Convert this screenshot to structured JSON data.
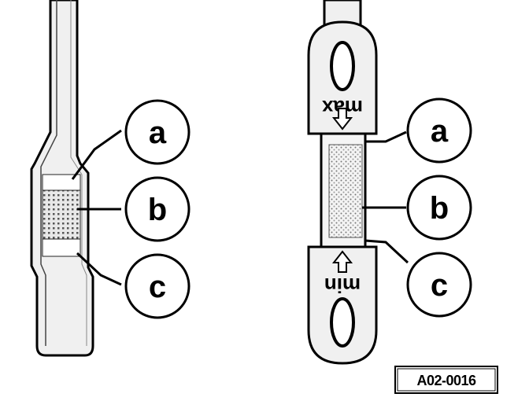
{
  "callouts_left": [
    "a",
    "b",
    "c"
  ],
  "callouts_right": [
    "a",
    "b",
    "c"
  ],
  "dipstick_right": {
    "upper_label": "max",
    "lower_label": "min"
  },
  "figure_code": "A02-0016"
}
